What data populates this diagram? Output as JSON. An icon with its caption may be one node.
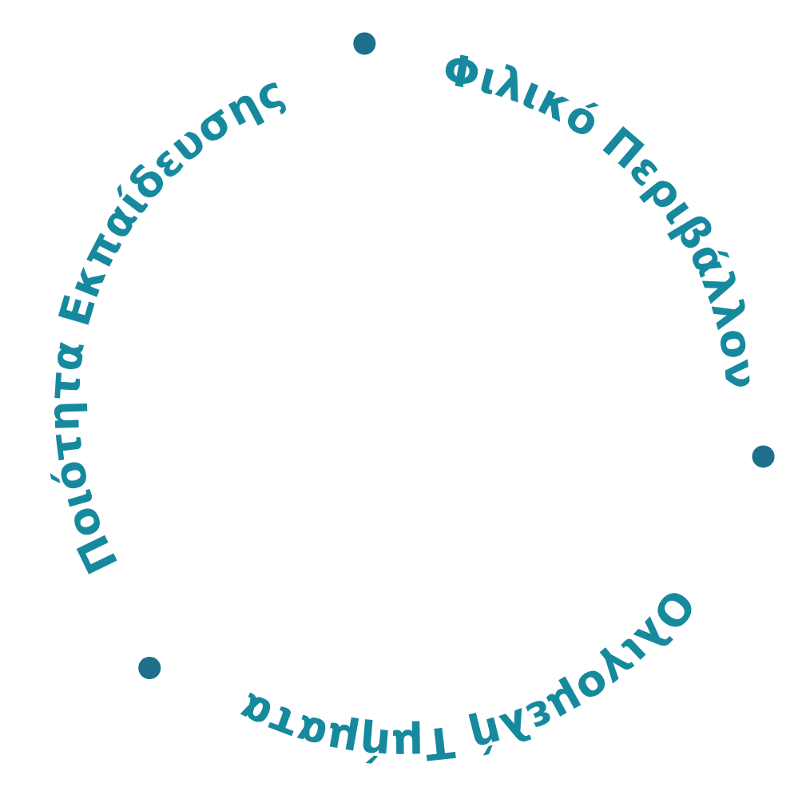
{
  "diagram": {
    "labels": [
      "Φιλικό Περιβάλλον",
      "Ολιγομελή Τμήματα",
      "Ποιότητα Εκπαίδευσης"
    ]
  }
}
